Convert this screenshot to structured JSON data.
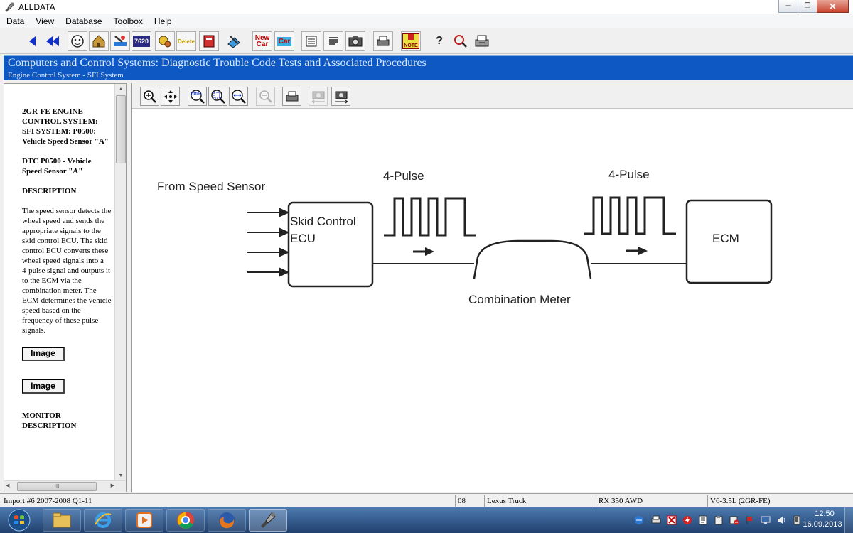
{
  "window": {
    "title": "ALLDATA",
    "controls": {
      "minimize": "─",
      "maximize": "❐",
      "close": "✕"
    }
  },
  "menu": [
    "Data",
    "View",
    "Database",
    "Toolbox",
    "Help"
  ],
  "toolbar": {
    "buttons": [
      {
        "name": "back-icon"
      },
      {
        "name": "rewind-icon"
      },
      {
        "name": "vehicle-info-icon"
      },
      {
        "name": "home-icon"
      },
      {
        "name": "repair-icon"
      },
      {
        "name": "tsb-icon"
      },
      {
        "name": "components-icon"
      },
      {
        "name": "delete-icon"
      },
      {
        "name": "book-icon"
      },
      {
        "name": "bookmark-icon"
      },
      {
        "name": "new-car-icon"
      },
      {
        "name": "car-icon"
      },
      {
        "name": "list-icon"
      },
      {
        "name": "text-icon"
      },
      {
        "name": "camera-icon"
      },
      {
        "name": "print-icon"
      },
      {
        "name": "note-icon"
      },
      {
        "name": "help-icon"
      },
      {
        "name": "search-icon"
      },
      {
        "name": "printer-icon"
      }
    ],
    "labels": {
      "tsb": "7620",
      "delete": "Delete",
      "new_car_1": "New",
      "new_car_2": "Car",
      "car_1": "Car",
      "note": "NOTE",
      "help": "?"
    }
  },
  "header": {
    "title": "Computers and Control Systems:  Diagnostic Trouble Code Tests and Associated Procedures",
    "subtitle": "Engine Control System - SFI System"
  },
  "left_pane": {
    "heading": "2GR-FE ENGINE CONTROL SYSTEM: SFI SYSTEM: P0500: Vehicle Speed Sensor \"A\"",
    "dtc": "DTC P0500 - Vehicle Speed Sensor \"A\"",
    "description_heading": "DESCRIPTION",
    "description": "The speed sensor detects the wheel speed and sends the appropriate signals to the skid control ECU. The skid control ECU converts these wheel speed signals into a 4-pulse signal and outputs it to the ECM via the combination meter. The ECM determines the vehicle speed based on the frequency of these pulse signals.",
    "image_button_1": "Image",
    "image_button_2": "Image",
    "monitor_heading": "MONITOR DESCRIPTION",
    "hscroll_thumb": "III"
  },
  "image_toolbar": {
    "zoom_100": "100%"
  },
  "diagram": {
    "from_label": "From Speed Sensor",
    "skid_label_1": "Skid Control",
    "skid_label_2": "ECU",
    "pulse_label_1": "4-Pulse",
    "pulse_label_2": "4-Pulse",
    "meter_label": "Combination Meter",
    "ecm_label": "ECM"
  },
  "statusbar": {
    "database": "Import #6 2007-2008 Q1-11",
    "year": "08",
    "make": "Lexus Truck",
    "model": "RX 350 AWD",
    "engine": "V6-3.5L (2GR-FE)"
  },
  "taskbar": {
    "apps": [
      "explorer-icon",
      "ie-icon",
      "media-player-icon",
      "chrome-icon",
      "firefox-icon",
      "alldata-icon"
    ],
    "time": "12:50",
    "date": "16.09.2013"
  },
  "colors": {
    "header_bg": "#0e58c3",
    "taskbar": "#2d548a"
  }
}
